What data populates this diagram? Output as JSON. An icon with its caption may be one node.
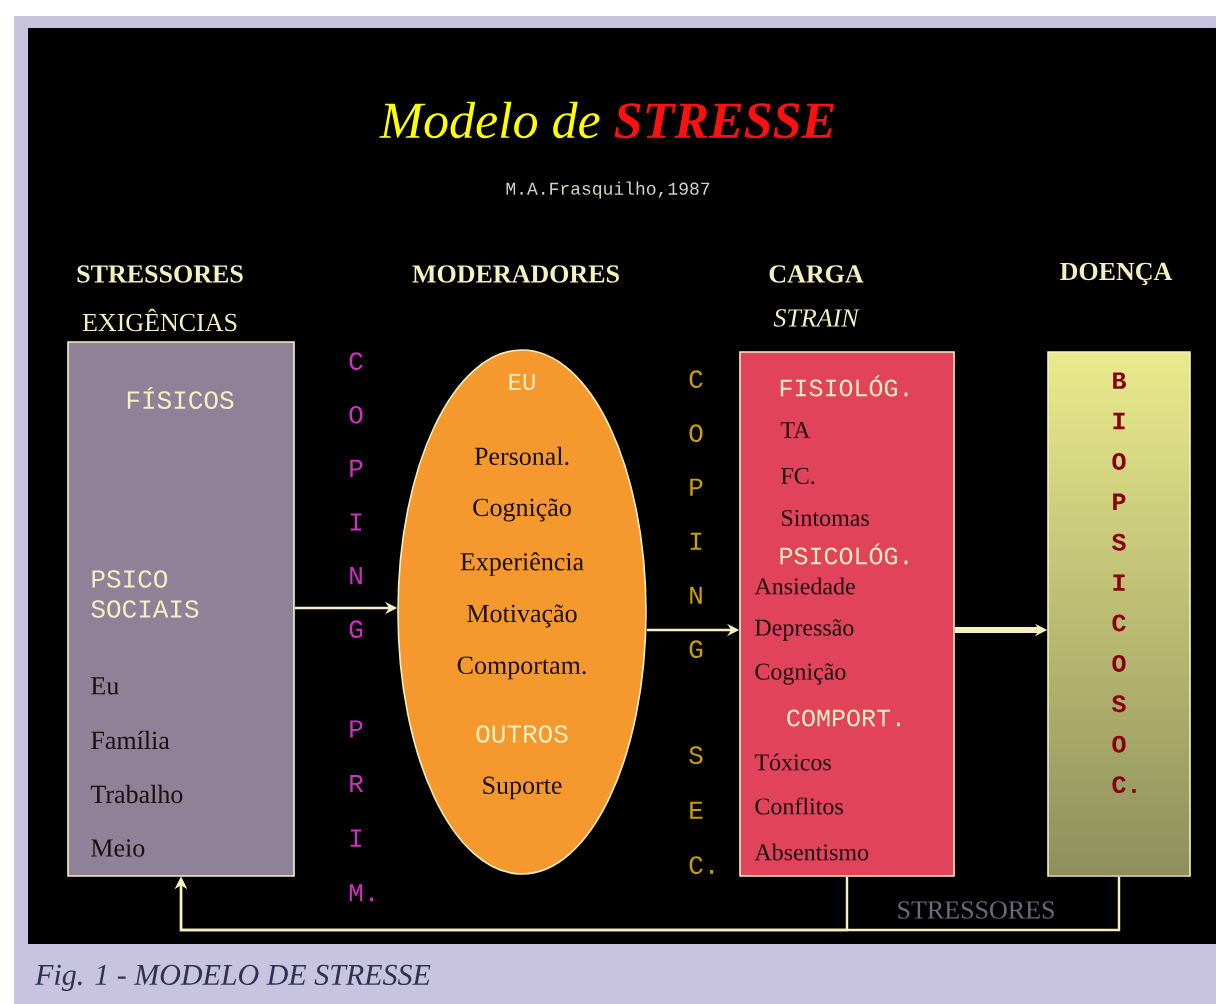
{
  "diagram": {
    "title": "Modelo de **STRESSE**",
    "caption": "Fig. 1 - MODELO DE STRESSE",
    "nodes": [
      {
        "text": [
          "FÍSICOS",
          "PSICO SOCIAIS",
          "Eu",
          "Família",
          "Trabalho",
          "Meio"
        ]
      },
      {
        "text": [
          "EU",
          "Personal.",
          "Cognição",
          "Experiência",
          "Motivação",
          "Comportam.",
          "OUTROS",
          "Suporte"
        ]
      },
      {
        "text": [
          "FISIOLÓG.",
          "TA",
          "FC.",
          "Sintomas",
          "PSICOLÓG.",
          "Ansiedade",
          "Depressão",
          "Cognição",
          "COMPORT.",
          "Tóxicos",
          "Conflitos",
          "Absentismo"
        ]
      },
      {
        "text": [
          "BIOPSICOSOC."
        ]
      }
    ],
    "edges": [
      {
        "from": 0,
        "to": 1,
        "arrow": "to"
      },
      {
        "from": 1,
        "to": 2,
        "arrow": "to"
      },
      {
        "from": 2,
        "to": 3,
        "arrow": "to",
        "style": "thick"
      },
      {
        "from": 2,
        "to": 0,
        "arrow": "to"
      },
      {
        "from": 3,
        "to": 0,
        "arrow": "to",
        "label": "STRESSORES"
      }
    ],
    "labels": [
      "M.A.Frasquilho,1987",
      "STRESSORES",
      "MODERADORES",
      "CARGA",
      "DOENÇA",
      "EXIGÊNCIAS",
      "STRAIN",
      "COPING",
      "PRIM.",
      "COPING",
      "SEC."
    ]
  }
}
